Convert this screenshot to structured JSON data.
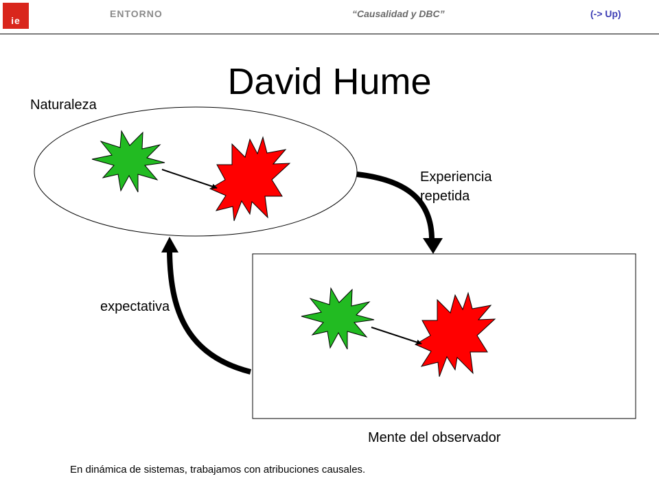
{
  "header": {
    "logo_text": "ie",
    "section": "ENTORNO",
    "topic": "“Causalidad y DBC”",
    "nav_link": "(-> Up)"
  },
  "title": "David Hume",
  "labels": {
    "nature": "Naturaleza",
    "experience_line1": "Experiencia",
    "experience_line2": "repetida",
    "expectation": "expectativa",
    "mind": "Mente del observador"
  },
  "footnote": "En dinámica de sistemas, trabajamos con atribuciones causales.",
  "colors": {
    "cause_star": "#22bb22",
    "effect_star": "#ff0000",
    "link_text": "#3c3cb4",
    "logo": "#d9261c"
  }
}
